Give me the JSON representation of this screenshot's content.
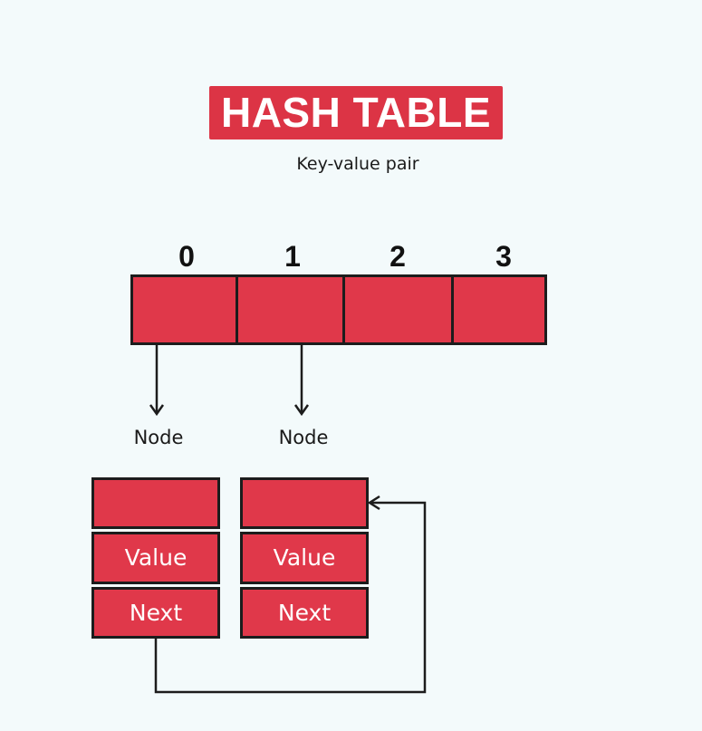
{
  "title": "HASH TABLE",
  "subtitle": "Key-value pair",
  "table": {
    "indices": [
      "0",
      "1",
      "2",
      "3"
    ]
  },
  "nodes": [
    {
      "label": "Node",
      "value_label": "Value",
      "next_label": "Next"
    },
    {
      "label": "Node",
      "value_label": "Value",
      "next_label": "Next"
    }
  ],
  "colors": {
    "cell_fill": "#e0384a",
    "title_fill": "#dc3445",
    "border": "#1c1c1c",
    "background": "#f3fafb"
  }
}
